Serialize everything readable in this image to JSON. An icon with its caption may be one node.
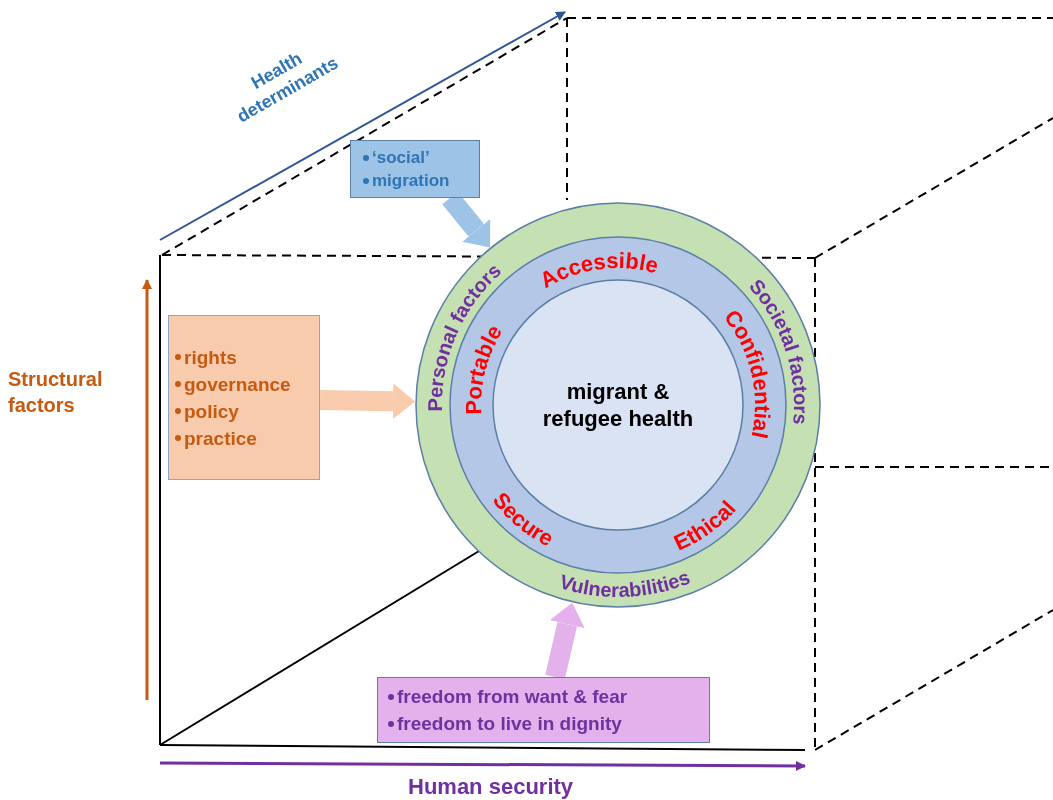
{
  "diagram": {
    "nodes": [
      {
        "text": [
          "Personal factors",
          "Accessible",
          "Societal factors",
          "Portable",
          "migrant & refugee health",
          "Confidential",
          "Secure",
          "Ethical",
          "Vulnerabilities"
        ]
      },
      {
        "text": [
          "rights",
          "governance",
          "policy",
          "practice"
        ]
      },
      {
        "text": [
          "‘social’",
          "migration"
        ]
      },
      {
        "text": [
          "freedom from want & fear",
          "freedom to live in dignity"
        ]
      }
    ],
    "edges": [
      {
        "from": 1,
        "to": 0,
        "arrow": "to",
        "color": "#f8cbad"
      },
      {
        "from": 2,
        "to": 0,
        "arrow": "to",
        "color": "#9dc3e6"
      },
      {
        "from": 3,
        "to": 0,
        "arrow": "to",
        "color": "#e4b1ec"
      }
    ],
    "labels": [
      "Health determinants",
      "Structural factors",
      "Human security"
    ]
  }
}
